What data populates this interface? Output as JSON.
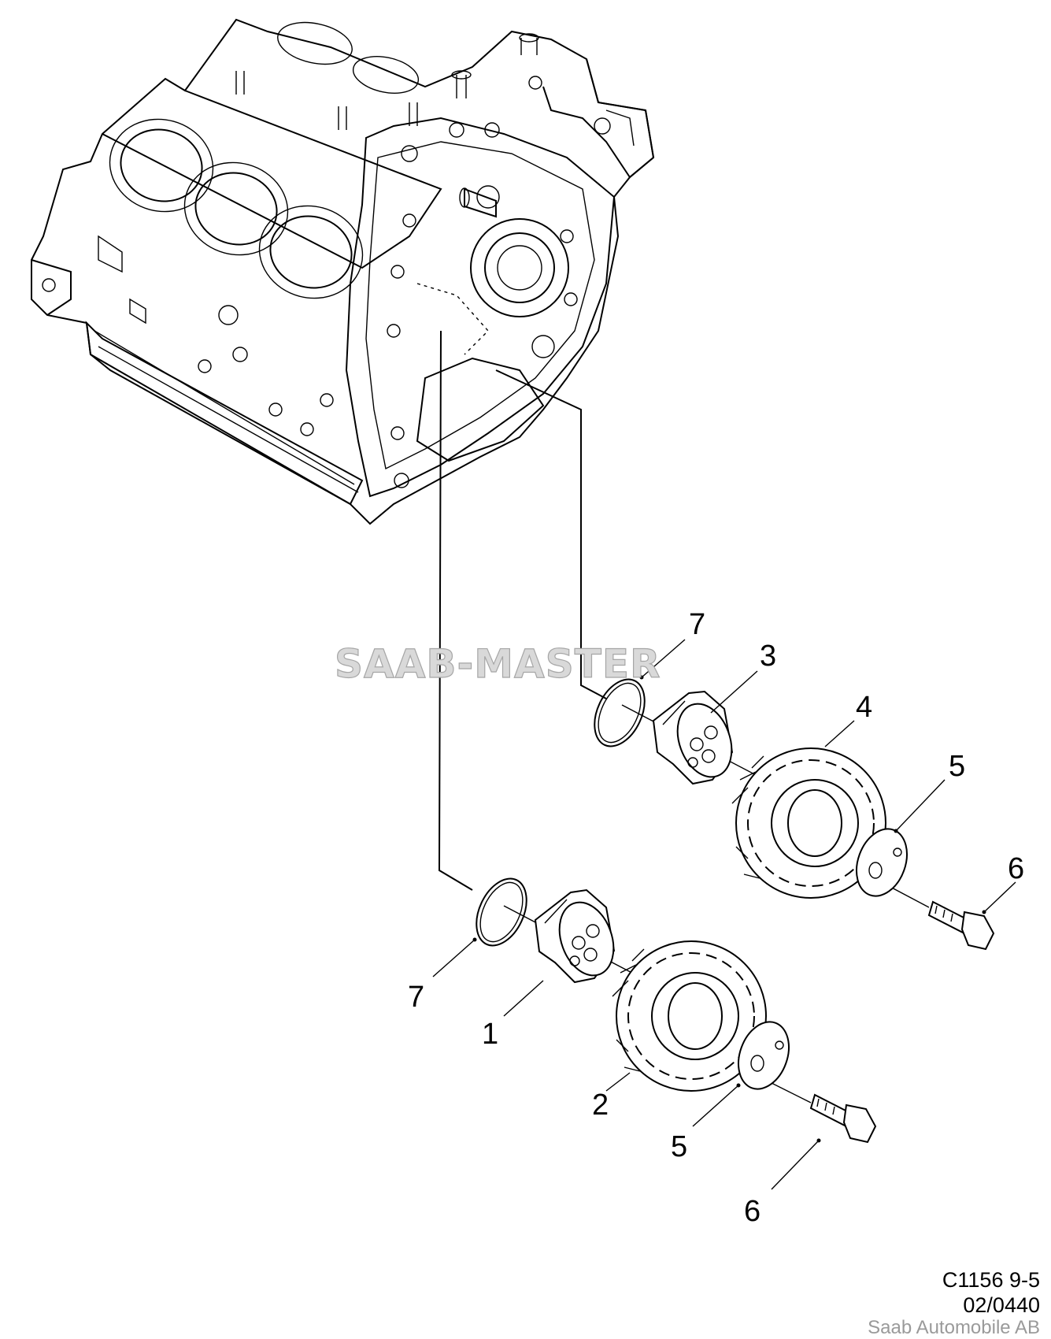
{
  "diagram": {
    "watermark": "SAAB-MASTER",
    "callouts": [
      {
        "id": "c7a",
        "label": "7"
      },
      {
        "id": "c3",
        "label": "3"
      },
      {
        "id": "c4",
        "label": "4"
      },
      {
        "id": "c5a",
        "label": "5"
      },
      {
        "id": "c6a",
        "label": "6"
      },
      {
        "id": "c7b",
        "label": "7"
      },
      {
        "id": "c1",
        "label": "1"
      },
      {
        "id": "c2",
        "label": "2"
      },
      {
        "id": "c5b",
        "label": "5"
      },
      {
        "id": "c6b",
        "label": "6"
      }
    ]
  },
  "footer": {
    "drawing_code": "C1156 9-5",
    "date_code": "02/0440",
    "manufacturer": "Saab Automobile AB"
  }
}
